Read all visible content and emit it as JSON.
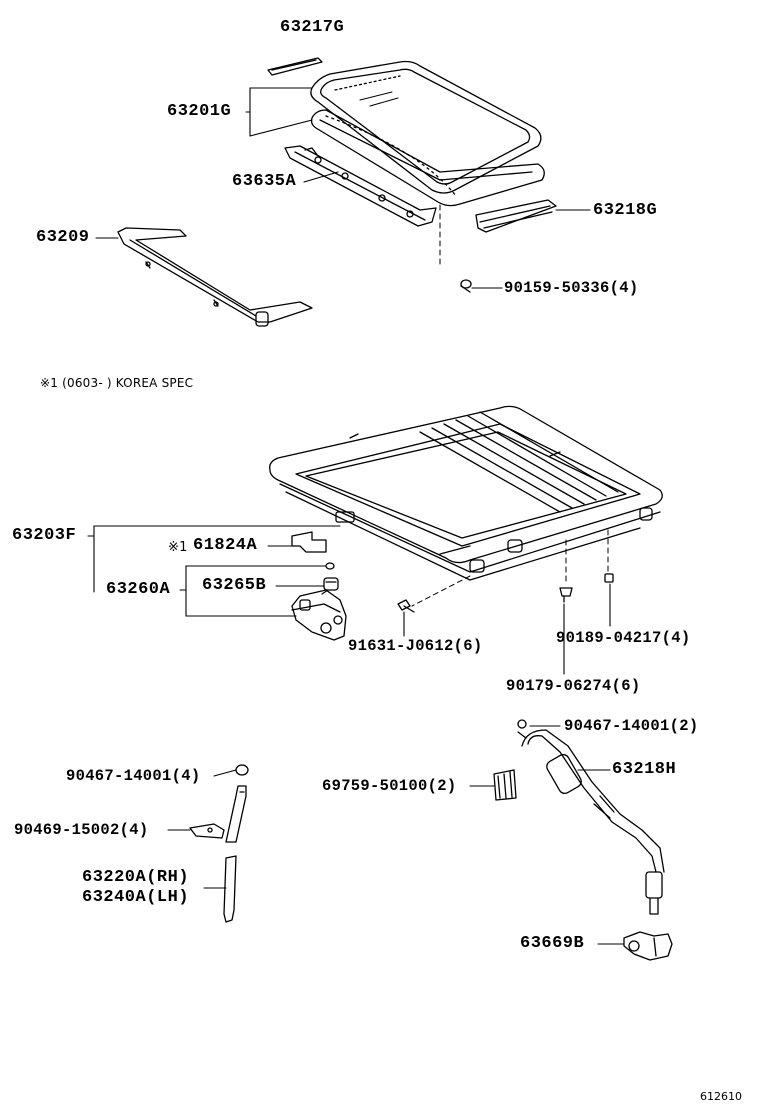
{
  "labels": {
    "p63217G": "63217G",
    "p63201G": "63201G",
    "p63635A": "63635A",
    "p63218G": "63218G",
    "p63209": "63209",
    "p90159": "90159-50336(4)",
    "p63203F": "63203F",
    "p61824A": "61824A",
    "p63260A": "63260A",
    "p63265B": "63265B",
    "p91631": "91631-J0612(6)",
    "p90189": "90189-04217(4)",
    "p90179": "90179-06274(6)",
    "p90467r": "90467-14001(2)",
    "p63218H": "63218H",
    "p69759": "69759-50100(2)",
    "p90467l": "90467-14001(4)",
    "p90469": "90469-15002(4)",
    "p63220A": "63220A(RH)",
    "p63240A": "63240A(LH)",
    "p63669B": "63669B"
  },
  "note": {
    "marker": "※1",
    "text": "※1 (0603-    ) KOREA SPEC",
    "marker_61824A": "※1"
  },
  "figure_number": "612610",
  "colors": {
    "ink": "#000000",
    "background": "#ffffff"
  }
}
